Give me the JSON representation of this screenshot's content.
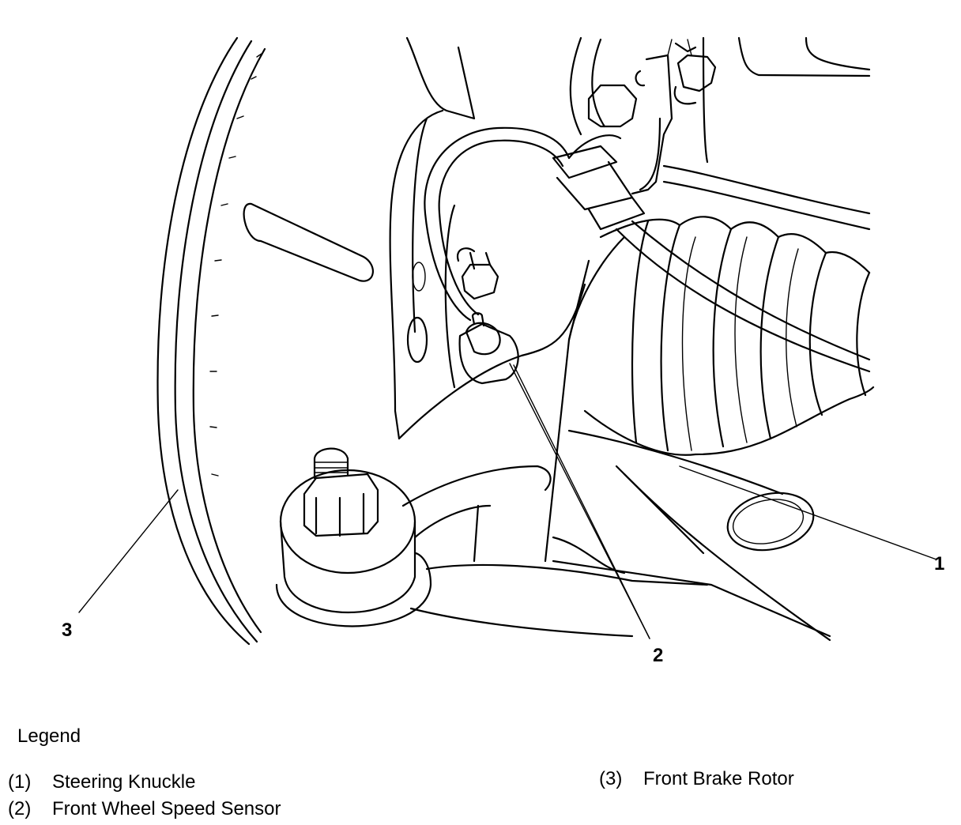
{
  "callouts": {
    "c1": "1",
    "c2": "2",
    "c3": "3"
  },
  "legend": {
    "title": "Legend",
    "items": [
      {
        "num": "(1)",
        "label": "Steering Knuckle"
      },
      {
        "num": "(2)",
        "label": "Front Wheel Speed Sensor"
      },
      {
        "num": "(3)",
        "label": "Front Brake Rotor"
      }
    ]
  }
}
